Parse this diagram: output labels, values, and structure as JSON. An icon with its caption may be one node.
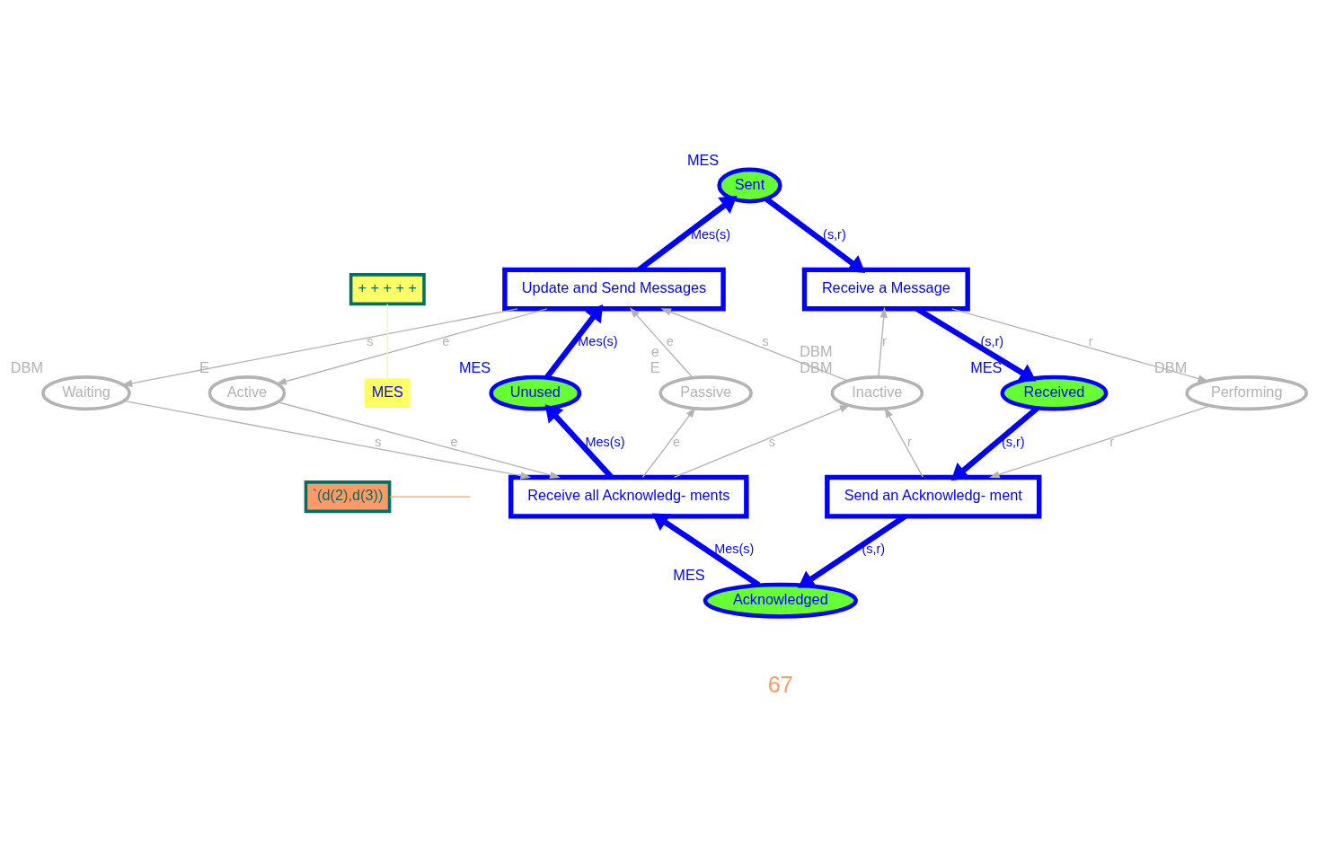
{
  "diagram": {
    "nodes": [
      {
        "text": [
          "Sent"
        ],
        "beside": [
          "MES"
        ]
      },
      {
        "text": [
          "Update and Send Messages"
        ]
      },
      {
        "text": [
          "Receive a Message"
        ]
      },
      {
        "text": [
          "Waiting"
        ],
        "beside": [
          "DBM"
        ]
      },
      {
        "text": [
          "Active"
        ],
        "beside": [
          "E"
        ]
      },
      {
        "text": [
          "Unused"
        ],
        "beside": [
          "MES"
        ]
      },
      {
        "text": [
          "Passive"
        ],
        "beside": [
          "e",
          "E"
        ]
      },
      {
        "text": [
          "Inactive"
        ],
        "beside": [
          "DBM",
          "DBM"
        ]
      },
      {
        "text": [
          "Received"
        ],
        "beside": [
          "MES"
        ]
      },
      {
        "text": [
          "Performing"
        ],
        "beside": [
          "DBM"
        ]
      },
      {
        "text": [
          "Receive all Acknowledg- ments"
        ]
      },
      {
        "text": [
          "Send an Acknowledg- ment"
        ]
      },
      {
        "text": [
          "Acknowledged"
        ],
        "beside": [
          "MES"
        ]
      },
      {
        "text": [
          "+ + + + +"
        ]
      },
      {
        "text": [
          "MES"
        ]
      },
      {
        "text": [
          "`(d(2),d(3))"
        ]
      }
    ],
    "edges": [
      {
        "from": 1,
        "to": 0,
        "arrow": "to",
        "label": "Mes(s)",
        "style": "thick",
        "color": "#0000ff"
      },
      {
        "from": 0,
        "to": 2,
        "arrow": "to",
        "label": "(s,r)",
        "style": "thick",
        "color": "#0000ff"
      },
      {
        "from": 2,
        "to": 8,
        "arrow": "to",
        "label": "(s,r)",
        "style": "thick",
        "color": "#0000ff"
      },
      {
        "from": 8,
        "to": 11,
        "arrow": "to",
        "label": "(s,r)",
        "style": "thick",
        "color": "#0000ff"
      },
      {
        "from": 11,
        "to": 12,
        "arrow": "to",
        "label": "(s,r)",
        "style": "thick",
        "color": "#0000ff"
      },
      {
        "from": 12,
        "to": 10,
        "arrow": "to",
        "label": "Mes(s)",
        "style": "thick",
        "color": "#0000ff"
      },
      {
        "from": 5,
        "to": 1,
        "arrow": "to",
        "label": "Mes(s)",
        "style": "thick",
        "color": "#0000ff"
      },
      {
        "from": 10,
        "to": 5,
        "arrow": "to",
        "label": "Mes(s)",
        "style": "thick",
        "color": "#0000ff"
      },
      {
        "from": 1,
        "to": 3,
        "arrow": "to",
        "label": "s"
      },
      {
        "from": 3,
        "to": 10,
        "arrow": "to",
        "label": "s"
      },
      {
        "from": 1,
        "to": 4,
        "arrow": "to",
        "label": "e"
      },
      {
        "from": 4,
        "to": 10,
        "arrow": "to",
        "label": "e"
      },
      {
        "from": 6,
        "to": 1,
        "arrow": "to",
        "label": "e"
      },
      {
        "from": 10,
        "to": 6,
        "arrow": "to",
        "label": "e"
      },
      {
        "from": 7,
        "to": 1,
        "arrow": "to",
        "label": "s"
      },
      {
        "from": 10,
        "to": 7,
        "arrow": "to",
        "label": "s"
      },
      {
        "from": 7,
        "to": 2,
        "arrow": "to",
        "label": "r"
      },
      {
        "from": 11,
        "to": 7,
        "arrow": "to",
        "label": "r"
      },
      {
        "from": 2,
        "to": 9,
        "arrow": "to",
        "label": "r"
      },
      {
        "from": 9,
        "to": 11,
        "arrow": "to",
        "label": "r"
      },
      {
        "from": 13,
        "to": 14,
        "arrow": "none",
        "color": "#ffff66"
      },
      {
        "from": 15,
        "to": null,
        "arrow": "none",
        "color": "#ff9966"
      }
    ],
    "labels": [
      "67"
    ]
  }
}
